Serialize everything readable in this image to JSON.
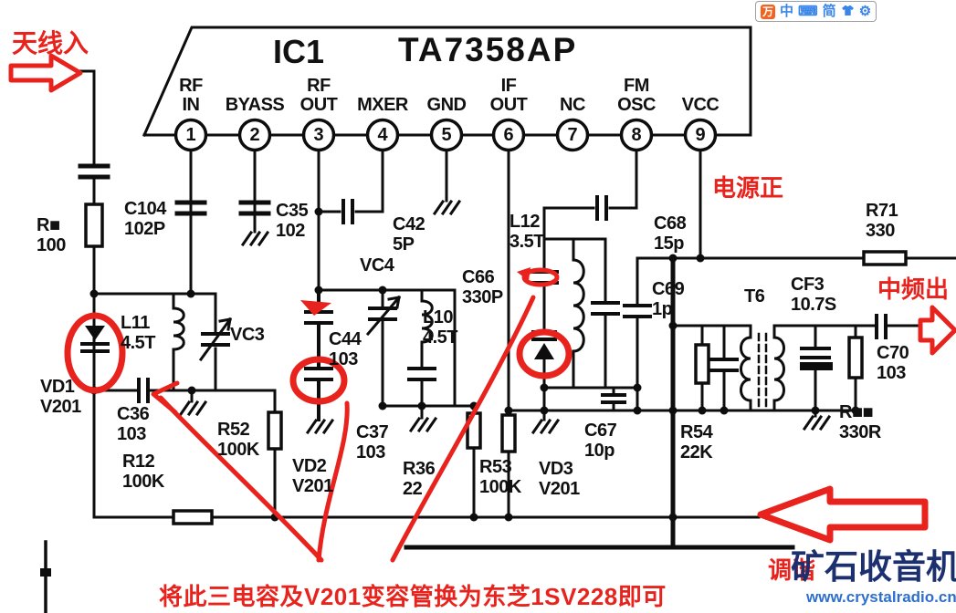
{
  "toolbar": {
    "logo_glyph": "万",
    "mode_cn": "中",
    "keyboard_glyph": "⌨",
    "simplified": "简",
    "gear_glyph": "⚙"
  },
  "ic": {
    "ref": "IC1",
    "part": "TA7358AP",
    "pins": [
      {
        "n": "1",
        "l1": "RF",
        "l2": "IN"
      },
      {
        "n": "2",
        "l1": "",
        "l2": "BYASS"
      },
      {
        "n": "3",
        "l1": "RF",
        "l2": "OUT"
      },
      {
        "n": "4",
        "l1": "",
        "l2": "MXER"
      },
      {
        "n": "5",
        "l1": "",
        "l2": "GND"
      },
      {
        "n": "6",
        "l1": "IF",
        "l2": "OUT"
      },
      {
        "n": "7",
        "l1": "",
        "l2": "NC"
      },
      {
        "n": "8",
        "l1": "FM",
        "l2": "OSC"
      },
      {
        "n": "9",
        "l1": "",
        "l2": "VCC"
      }
    ]
  },
  "components": [
    {
      "ref": "C104",
      "val": "102P"
    },
    {
      "ref": "C35",
      "val": "102"
    },
    {
      "ref": "C42",
      "val": "5P"
    },
    {
      "ref": "R■",
      "val": "100"
    },
    {
      "ref": "VC3",
      "val": ""
    },
    {
      "ref": "VC4",
      "val": ""
    },
    {
      "ref": "L11",
      "val": "4.5T"
    },
    {
      "ref": "L10",
      "val": "4.5T"
    },
    {
      "ref": "C44",
      "val": "103"
    },
    {
      "ref": "C66",
      "val": "330P"
    },
    {
      "ref": "L12",
      "val": "3.5T"
    },
    {
      "ref": "C68",
      "val": "15p"
    },
    {
      "ref": "C69",
      "val": "1p"
    },
    {
      "ref": "VD1",
      "val": "V201"
    },
    {
      "ref": "C36",
      "val": "103"
    },
    {
      "ref": "R52",
      "val": "100K"
    },
    {
      "ref": "R12",
      "val": "100K"
    },
    {
      "ref": "VD2",
      "val": "V201"
    },
    {
      "ref": "C37",
      "val": "103"
    },
    {
      "ref": "R36",
      "val": "22"
    },
    {
      "ref": "R53",
      "val": "100K"
    },
    {
      "ref": "VD3",
      "val": "V201"
    },
    {
      "ref": "C67",
      "val": "10p"
    },
    {
      "ref": "R54",
      "val": "22K"
    },
    {
      "ref": "T6",
      "val": ""
    },
    {
      "ref": "CF3",
      "val": "10.7S"
    },
    {
      "ref": "C70",
      "val": "103"
    },
    {
      "ref": "R■■",
      "val": "330R"
    },
    {
      "ref": "R71",
      "val": "330"
    }
  ],
  "annotations": {
    "antenna_in": "天线入",
    "power_positive": "电源正",
    "if_out": "中频出",
    "tuning": "调谐",
    "replace_note": "将此三电容及V201变容管换为东芝1SV228即可"
  },
  "watermark": {
    "name": "矿石收音机",
    "url": "www.crystalradio.cn"
  },
  "colors": {
    "annotation_red": "#e8231d",
    "schematic_black": "#0d0d0d",
    "watermark_navy": "#1c2f6e",
    "watermark_blue": "#2e6fce",
    "toolbar_blue": "#3a86e8",
    "toolbar_orange": "#f4621f"
  }
}
